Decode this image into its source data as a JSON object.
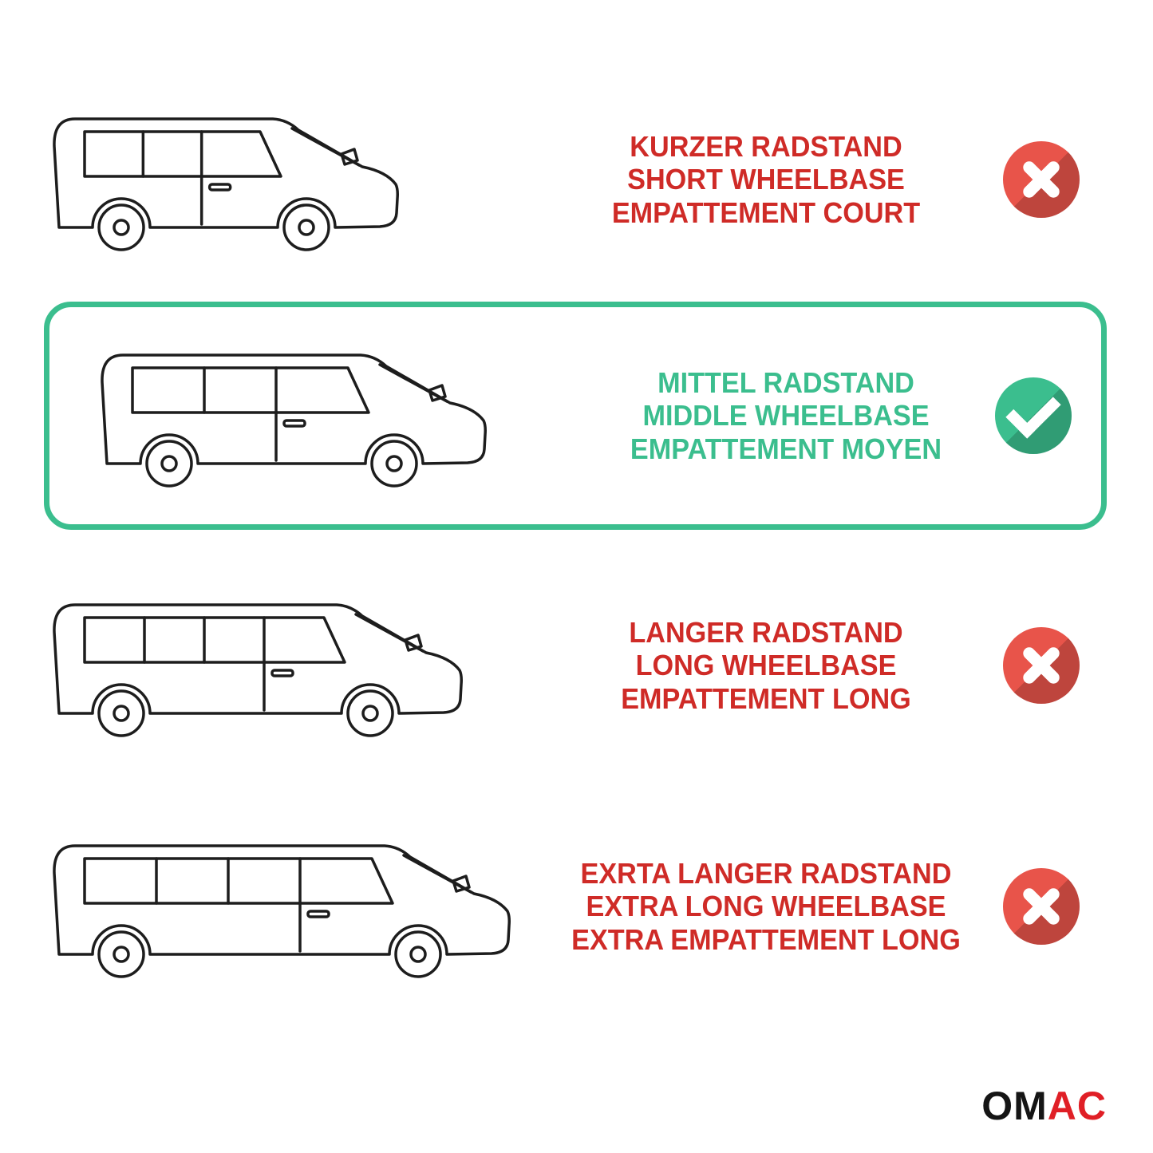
{
  "rows": [
    {
      "id": "short-wheelbase",
      "lines": [
        "KURZER RADSTAND",
        "SHORT WHEELBASE",
        "EMPATTEMENT COURT"
      ],
      "status": "rejected"
    },
    {
      "id": "middle-wheelbase",
      "lines": [
        "MITTEL RADSTAND",
        "MIDDLE WHEELBASE",
        "EMPATTEMENT MOYEN"
      ],
      "status": "selected"
    },
    {
      "id": "long-wheelbase",
      "lines": [
        "LANGER RADSTAND",
        "LONG WHEELBASE",
        "EMPATTEMENT LONG"
      ],
      "status": "rejected"
    },
    {
      "id": "extra-long-wheelbase",
      "lines": [
        "EXRTA LANGER RADSTAND",
        "EXTRA LONG WHEELBASE",
        "EXTRA EMPATTEMENT LONG"
      ],
      "status": "rejected"
    }
  ],
  "icons": {
    "rejected": "cross-icon",
    "selected": "check-icon"
  },
  "colors": {
    "red-text": "#CF2B27",
    "red-badge": "#E8544A",
    "green": "#3BBE8E",
    "logo-red": "#E01F26",
    "ink": "#1D1D1D",
    "background": "#FFFFFF"
  },
  "logo": {
    "black": "OM",
    "red": "AC"
  }
}
